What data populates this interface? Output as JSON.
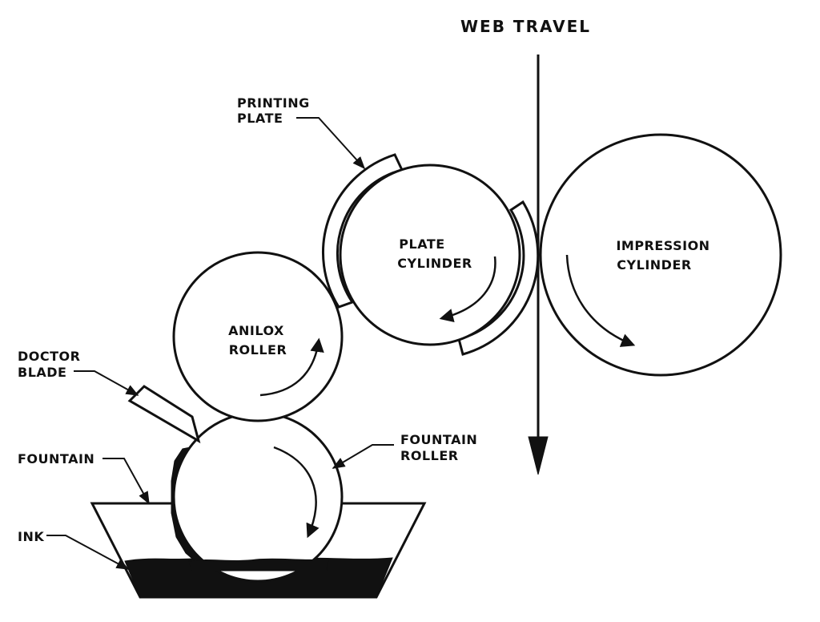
{
  "diagram": {
    "web_travel": "WEB TRAVEL",
    "printing_plate": [
      "PRINTING",
      "PLATE"
    ],
    "plate_cylinder": [
      "PLATE",
      "CYLINDER"
    ],
    "impression_cylinder": [
      "IMPRESSION",
      "CYLINDER"
    ],
    "anilox_roller": [
      "ANILOX",
      "ROLLER"
    ],
    "doctor_blade": [
      "DOCTOR",
      "BLADE"
    ],
    "fountain": "FOUNTAIN",
    "fountain_roller": [
      "FOUNTAIN",
      "ROLLER"
    ],
    "ink": "INK"
  }
}
